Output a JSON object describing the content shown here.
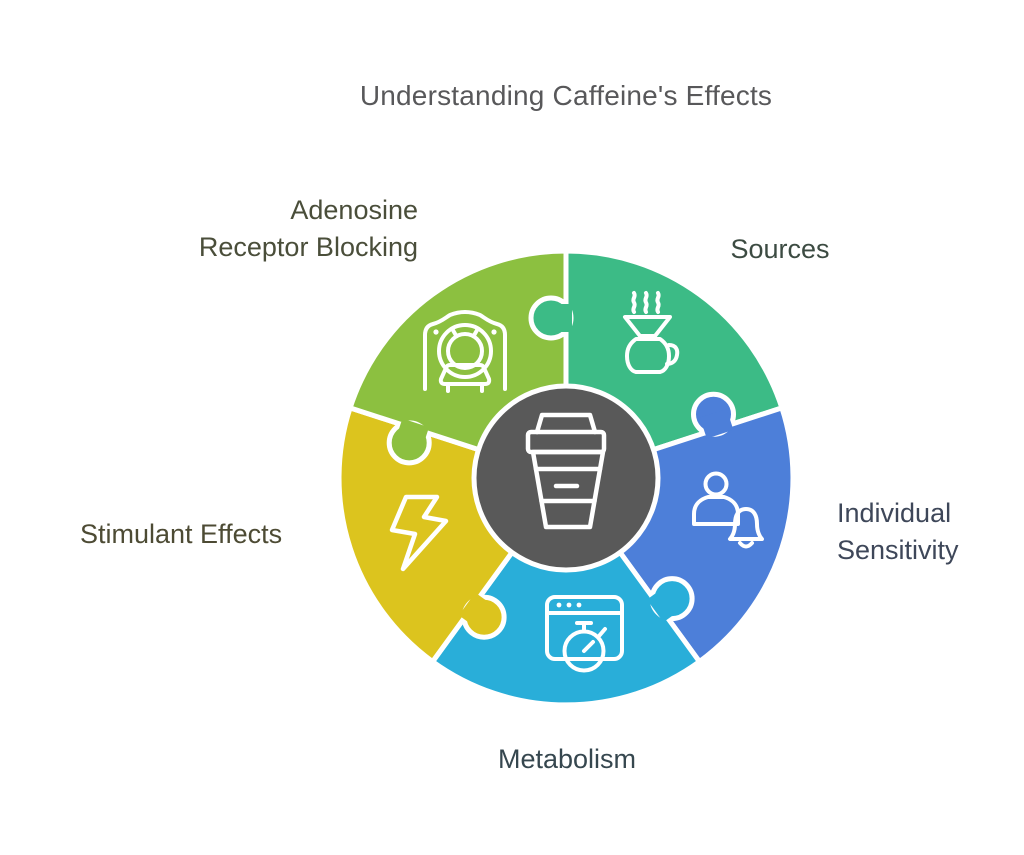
{
  "title": "Understanding Caffeine's Effects",
  "title_color": "#58585a",
  "background": "#ffffff",
  "hub": {
    "icon": "coffee-cup-icon",
    "color": "#595959",
    "outline_color": "#ffffff"
  },
  "segments": [
    {
      "label": "Sources",
      "lines": [
        "Sources"
      ],
      "color": "#3cbb86",
      "label_color": "#3c4b42",
      "icon": "pour-over-coffee-icon",
      "position": "top-right"
    },
    {
      "label": "Individual Sensitivity",
      "lines": [
        "Individual",
        "Sensitivity"
      ],
      "color": "#4d7fd9",
      "label_color": "#3e4759",
      "icon": "person-with-bell-icon",
      "position": "right"
    },
    {
      "label": "Metabolism",
      "lines": [
        "Metabolism"
      ],
      "color": "#29aed9",
      "label_color": "#36474f",
      "icon": "stopwatch-browser-icon",
      "position": "bottom"
    },
    {
      "label": "Stimulant Effects",
      "lines": [
        "Stimulant Effects"
      ],
      "color": "#dcc41e",
      "label_color": "#4d4b34",
      "icon": "lightning-bolt-icon",
      "position": "left"
    },
    {
      "label": "Adenosine Receptor Blocking",
      "lines": [
        "Adenosine",
        "Receptor Blocking"
      ],
      "color": "#8cc040",
      "label_color": "#4a4e3a",
      "icon": "mri-scanner-icon",
      "position": "top-left"
    }
  ]
}
